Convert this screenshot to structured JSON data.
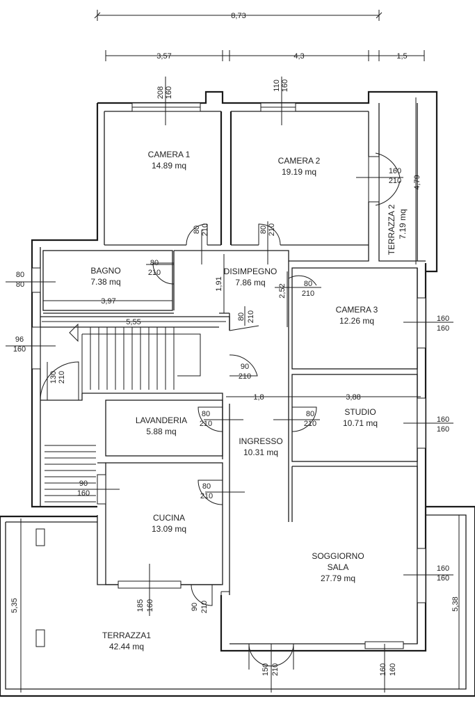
{
  "rooms": {
    "camera1": {
      "name": "CAMERA 1",
      "area": "14.89 mq"
    },
    "camera2": {
      "name": "CAMERA 2",
      "area": "19.19 mq"
    },
    "bagno": {
      "name": "BAGNO",
      "area": "7.38 mq"
    },
    "disimpegno": {
      "name": "DISIMPEGNO",
      "area": "7.86 mq"
    },
    "camera3": {
      "name": "CAMERA 3",
      "area": "12.26 mq"
    },
    "lavanderia": {
      "name": "LAVANDERIA",
      "area": "5.88 mq"
    },
    "studio": {
      "name": "STUDIO",
      "area": "10.71 mq"
    },
    "ingresso": {
      "name": "INGRESSO",
      "area": "10.31 mq"
    },
    "cucina": {
      "name": "CUCINA",
      "area": "13.09 mq"
    },
    "soggiorno": {
      "name": "SOGGIORNO",
      "name2": "SALA",
      "area": "27.79 mq"
    },
    "terrazza1": {
      "name": "TERRAZZA1",
      "area": "42.44 mq"
    },
    "terrazza2": {
      "name": "TERRAZZA 2",
      "area": "7.19 mq"
    }
  },
  "dimensions": {
    "total_width": "8,73",
    "seg_a": "3,57",
    "seg_b": "4,3",
    "seg_c": "1,5",
    "bagno_width": "3,97",
    "stair_width": "5,55",
    "ingresso_width": "1,8",
    "studio_width": "3,88",
    "disimpegno_h": "1,91",
    "door_h": "2,52",
    "terrazza2_h": "4,79",
    "terrazza1_h": "5,35",
    "sala_h": "5,38"
  },
  "openings": {
    "cam1_win": [
      "208",
      "160"
    ],
    "cam2_win": [
      "110",
      "160"
    ],
    "t2_door": [
      "160",
      "210"
    ],
    "cam1_door": [
      "80",
      "210"
    ],
    "cam2_door": [
      "80",
      "210"
    ],
    "bagno_win": [
      "80",
      "80"
    ],
    "bagno_door": [
      "80",
      "210"
    ],
    "cam3_door": [
      "80",
      "210"
    ],
    "dis_door": [
      "80",
      "210"
    ],
    "cam3_win": [
      "160",
      "160"
    ],
    "stair_win": [
      "96",
      "160"
    ],
    "stair_door": [
      "130",
      "210"
    ],
    "ingresso_door": [
      "90",
      "210"
    ],
    "lav_door": [
      "80",
      "210"
    ],
    "studio_door": [
      "80",
      "210"
    ],
    "studio_win": [
      "160",
      "160"
    ],
    "cucina_win_w": [
      "90",
      "160"
    ],
    "cucina_door": [
      "80",
      "210"
    ],
    "sala_win_e": [
      "160",
      "160"
    ],
    "cucina_win_s": [
      "185",
      "160"
    ],
    "cucina_door_s": [
      "90",
      "210"
    ],
    "sala_door_s": [
      "150",
      "210"
    ],
    "sala_win_s": [
      "160",
      "160"
    ]
  }
}
